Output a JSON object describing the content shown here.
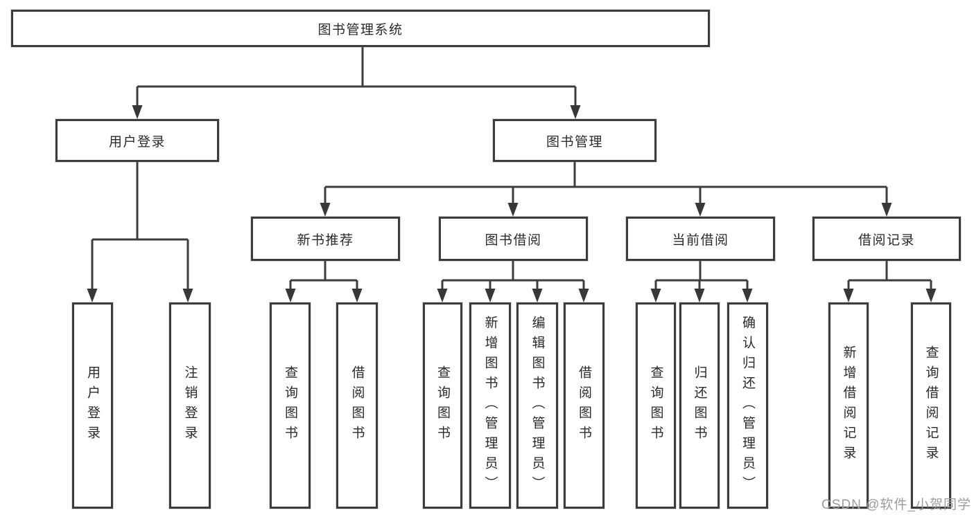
{
  "diagram": {
    "type": "hierarchy-tree",
    "orientation": "top-down"
  },
  "hierarchy": {
    "label": "图书管理系统",
    "children": [
      {
        "label": "用户登录",
        "children": [
          {
            "label": "用户登录"
          },
          {
            "label": "注销登录"
          }
        ]
      },
      {
        "label": "图书管理",
        "children": [
          {
            "label": "新书推荐",
            "children": [
              {
                "label": "查询图书"
              },
              {
                "label": "借阅图书"
              }
            ]
          },
          {
            "label": "图书借阅",
            "children": [
              {
                "label": "查询图书"
              },
              {
                "label": "新增图书（管理员）"
              },
              {
                "label": "编辑图书（管理员）"
              },
              {
                "label": "借阅图书"
              }
            ]
          },
          {
            "label": "当前借阅",
            "children": [
              {
                "label": "查询图书"
              },
              {
                "label": "归还图书"
              },
              {
                "label": "确认归还（管理员）"
              }
            ]
          },
          {
            "label": "借阅记录",
            "children": [
              {
                "label": "新增借阅记录"
              },
              {
                "label": "查询借阅记录"
              }
            ]
          }
        ]
      }
    ]
  },
  "watermark": "CSDN @软件_小贺同学",
  "colors": {
    "line": "#3d3d3d",
    "box_border": "#3c3c3c",
    "text": "#2a2a2a",
    "watermark": "#9c9c9c",
    "background": "#ffffff"
  }
}
